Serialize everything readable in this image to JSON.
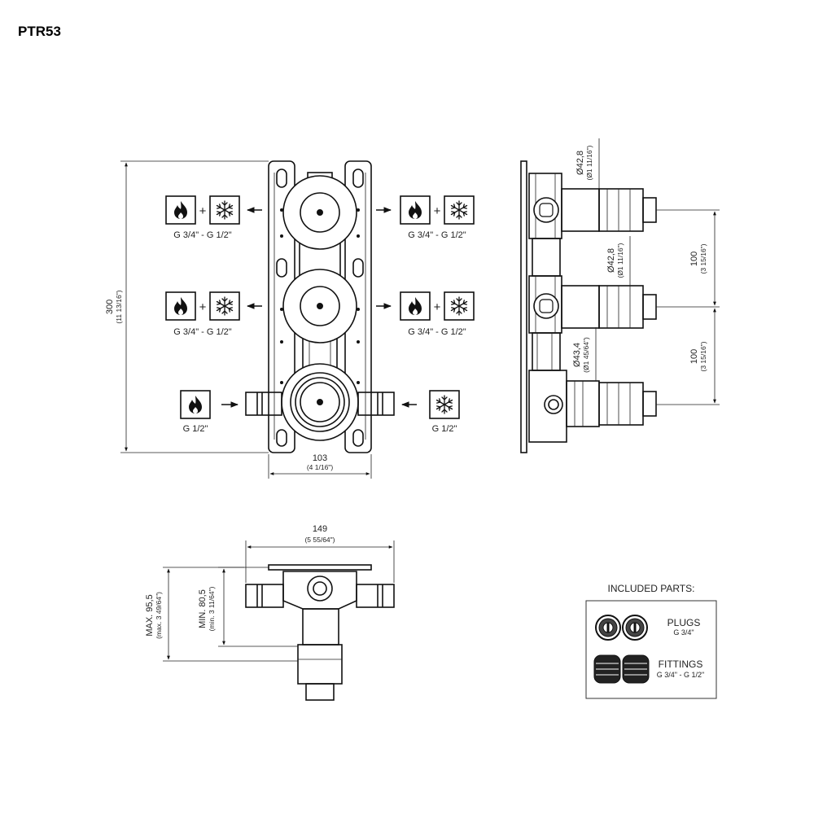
{
  "title": "PTR53",
  "front_view": {
    "connections": {
      "hot_cold": "G 3/4\" - G 1/2\"",
      "inlet": "G 1/2\""
    },
    "plus": "+",
    "dim_height": {
      "value": "300",
      "inch": "(11 13/16\")"
    },
    "dim_width": {
      "value": "103",
      "inch": "(4 1/16\")"
    }
  },
  "side_view": {
    "dia_top": {
      "value": "Ø42,8",
      "inch": "(Ø1 11/16\")"
    },
    "dia_mid": {
      "value": "Ø42,8",
      "inch": "(Ø1 11/16\")"
    },
    "dia_bot": {
      "value": "Ø43,4",
      "inch": "(Ø1 45/64\")"
    },
    "spacing_1": {
      "value": "100",
      "inch": "(3 15/16\")"
    },
    "spacing_2": {
      "value": "100",
      "inch": "(3 15/16\")"
    }
  },
  "top_view": {
    "dim_width": {
      "value": "149",
      "inch": "(5 55/64\")"
    },
    "dim_max": {
      "value": "MAX. 95,5",
      "inch": "(max. 3 49/64\")"
    },
    "dim_min": {
      "value": "MIN. 80,5",
      "inch": "(min. 3 11/64\")"
    }
  },
  "included_parts": {
    "heading": "INCLUDED PARTS:",
    "plugs": {
      "label": "PLUGS",
      "size": "G 3/4\""
    },
    "fittings": {
      "label": "FITTINGS",
      "size": "G 3/4\" - G 1/2\""
    }
  },
  "icons": [
    "flame-icon",
    "snowflake-icon",
    "arrow-icon"
  ]
}
